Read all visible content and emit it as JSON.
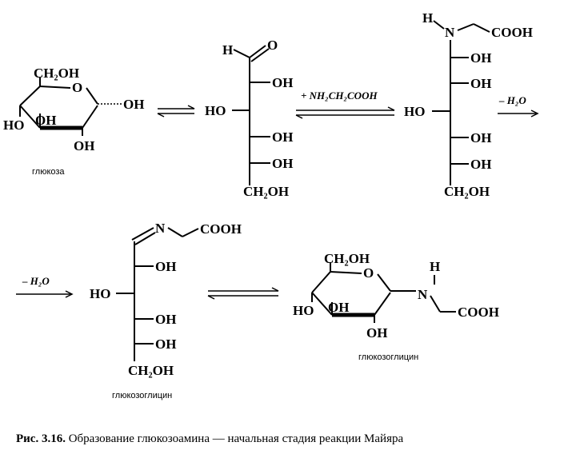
{
  "labels": {
    "ch2oh": "CH₂OH",
    "oh": "OH",
    "ho": "HO",
    "o": "O",
    "h": "H",
    "n": "N",
    "cooh": "COOH"
  },
  "compounds": {
    "glucose": "глюкоза",
    "glucosoglycine_open": "глюкозоглицин",
    "glucosoglycine_ring": "глюкозоглицин"
  },
  "reagents": {
    "glycine": "+ NH₂CH₂COOH",
    "water_loss": "– H₂O"
  },
  "caption": {
    "number": "Рис. 3.16.",
    "text": " Образование глюкозоамина — начальная стадия реакции Майяра"
  }
}
